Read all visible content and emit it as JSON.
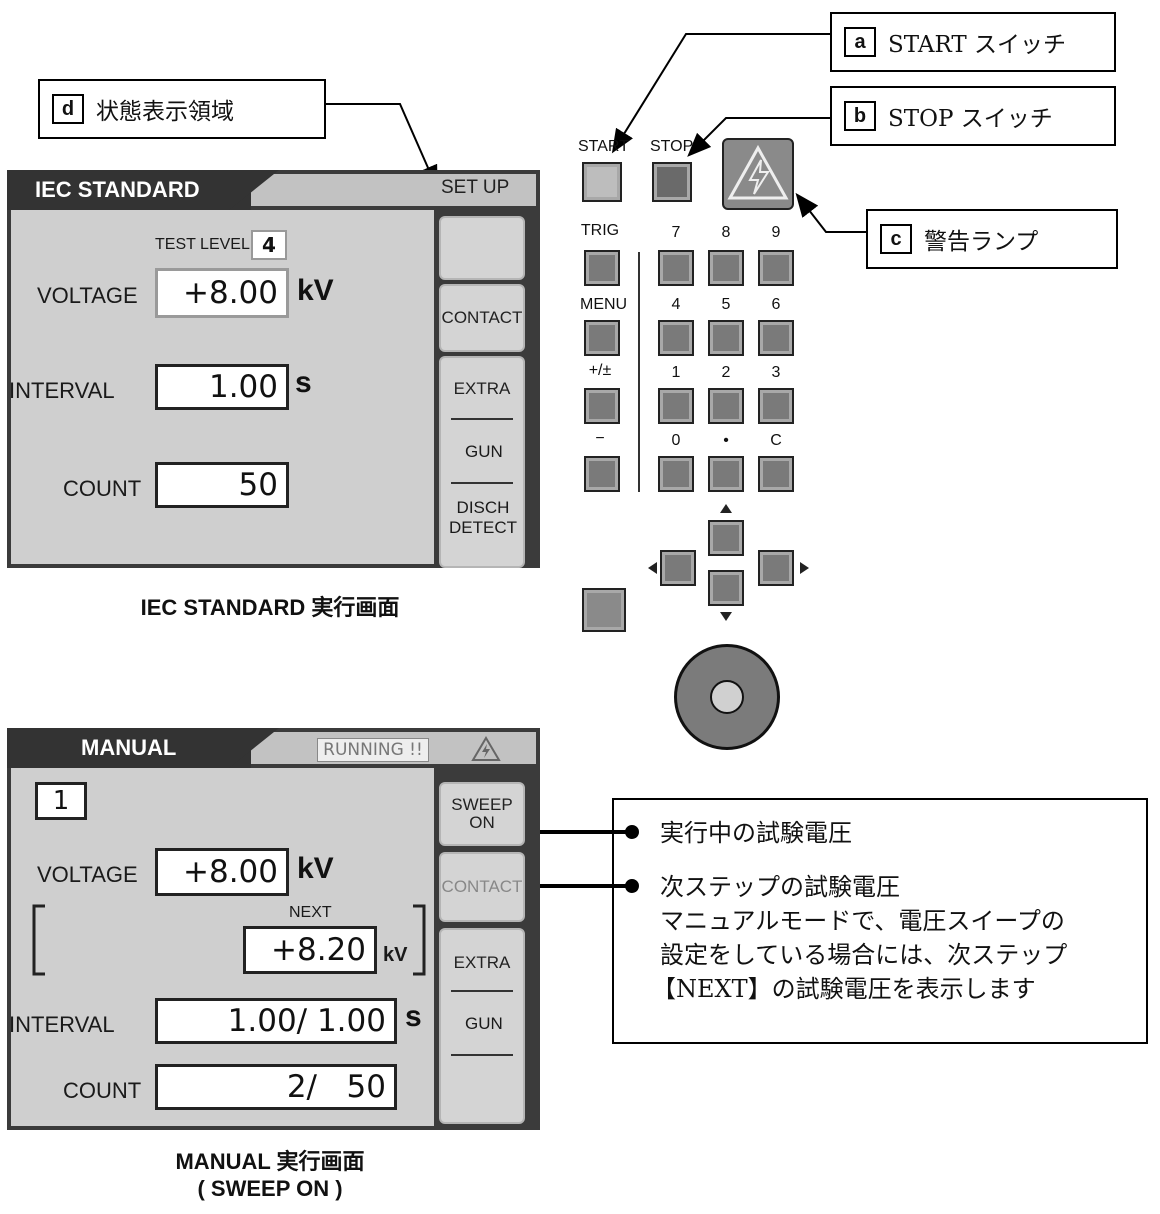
{
  "callouts": {
    "a": {
      "tag": "a",
      "text": "START スイッチ"
    },
    "b": {
      "tag": "b",
      "text": "STOP スイッチ"
    },
    "c": {
      "tag": "c",
      "text": "警告ランプ"
    },
    "d": {
      "tag": "d",
      "text": "状態表示領域"
    }
  },
  "iec_screen": {
    "title": "IEC STANDARD",
    "status": "SET UP",
    "test_level_label": "TEST LEVEL",
    "test_level": "4",
    "voltage_label": "VOLTAGE",
    "voltage": "+8.00",
    "voltage_unit": "kV",
    "interval_label": "INTERVAL",
    "interval": "1.00",
    "interval_unit": "s",
    "count_label": "COUNT",
    "count": "50",
    "side_buttons": [
      "",
      "CONTACT",
      "EXTRA",
      "GUN",
      "DISCH\nDETECT"
    ],
    "caption": "IEC STANDARD 実行画面"
  },
  "manual_screen": {
    "title": "MANUAL",
    "status": "RUNNING !!",
    "step": "1",
    "voltage_label": "VOLTAGE",
    "voltage": "+8.00",
    "voltage_unit": "kV",
    "next_label": "NEXT",
    "next_voltage": "+8.20",
    "next_unit": "kV",
    "interval_label": "INTERVAL",
    "interval": "1.00/ 1.00",
    "interval_unit": "s",
    "count_label": "COUNT",
    "count": "2/   50",
    "side_buttons": [
      "SWEEP\nON",
      "CONTACT",
      "EXTRA",
      "GUN",
      ""
    ],
    "caption_line1": "MANUAL 実行画面",
    "caption_line2": "( SWEEP ON )"
  },
  "keypad": {
    "start_label": "START",
    "stop_label": "STOP",
    "side_labels": [
      "TRIG",
      "MENU",
      "+/±",
      "−"
    ],
    "digit_labels": [
      "7",
      "8",
      "9",
      "4",
      "5",
      "6",
      "1",
      "2",
      "3",
      "0",
      "•",
      "C"
    ]
  },
  "notes": {
    "running_voltage": "実行中の試験電圧",
    "next_voltage_title": "次ステップの試験電圧",
    "next_voltage_desc1": "マニュアルモードで、電圧スイープの",
    "next_voltage_desc2": "設定をしている場合には、次ステップ",
    "next_voltage_desc3": "【NEXT】の試験電圧を表示します"
  }
}
